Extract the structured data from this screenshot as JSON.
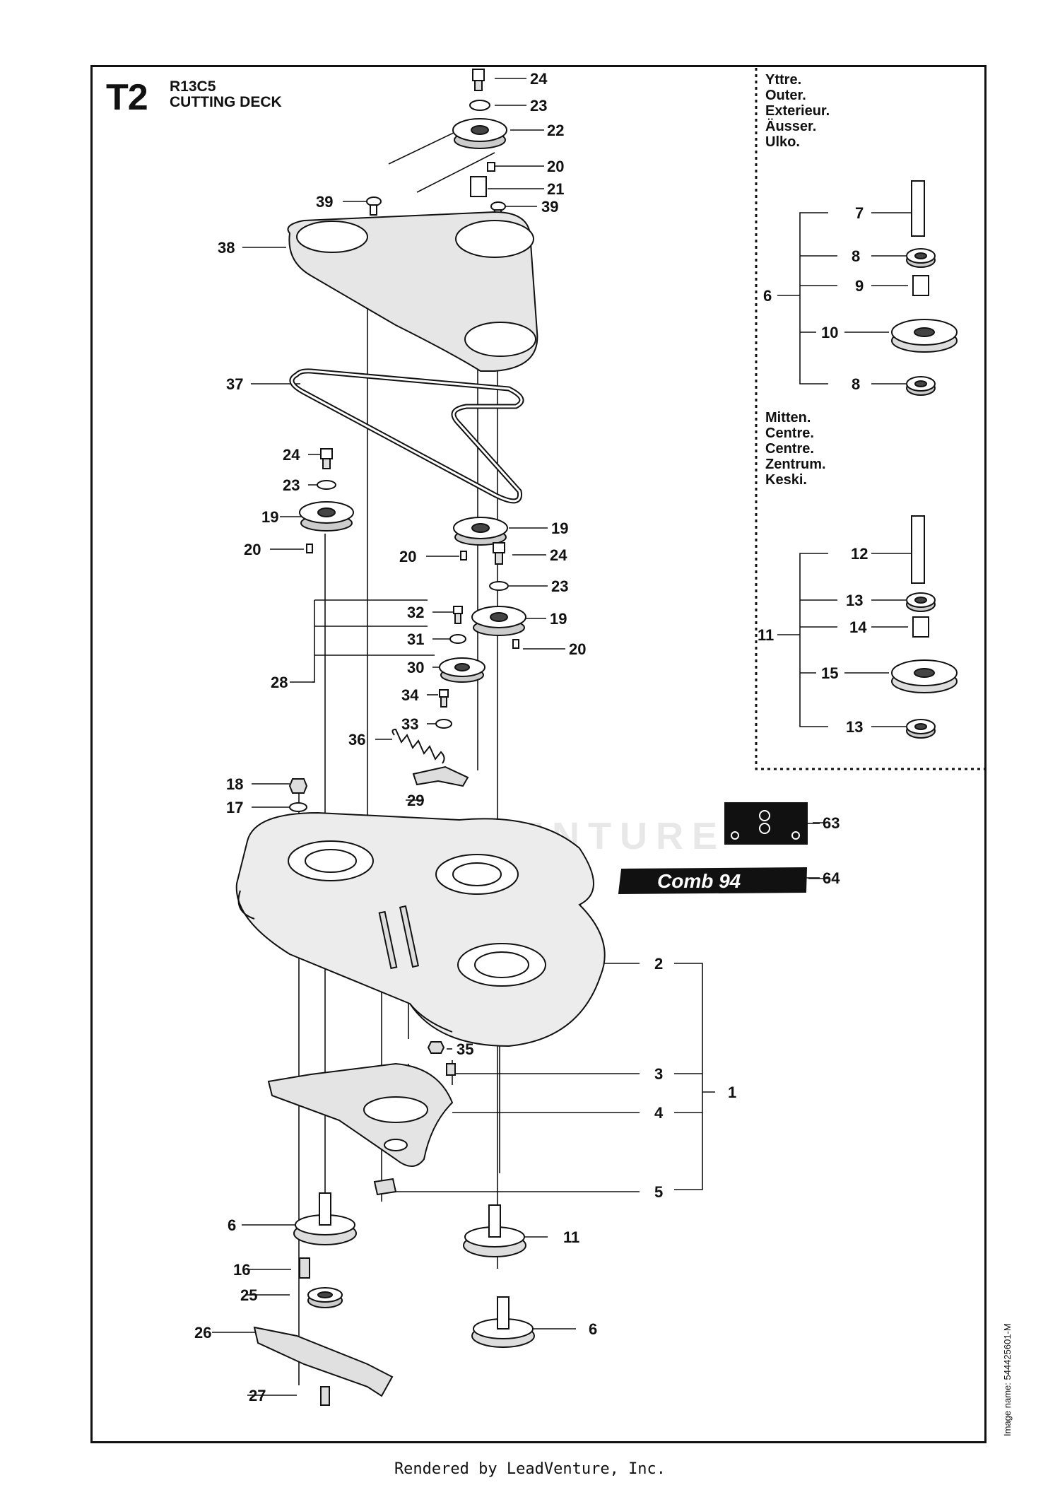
{
  "header": {
    "code": "T2",
    "model": "R13C5",
    "title": "CUTTING DECK"
  },
  "inset_outer": {
    "languages": [
      "Yttre.",
      "Outer.",
      "Exterieur.",
      "Äusser.",
      "Ulko."
    ]
  },
  "inset_centre": {
    "languages": [
      "Mitten.",
      "Centre.",
      "Centre.",
      "Zentrum.",
      "Keski."
    ]
  },
  "decal_64_text": "Comb 94",
  "watermark": "LEADVENTURE",
  "image_name": "Image name: 544425601-M",
  "footer": "Rendered by LeadVenture, Inc.",
  "callouts": {
    "c24a": "24",
    "c23a": "23",
    "c22": "22",
    "c20a": "20",
    "c21": "21",
    "c39a": "39",
    "c39b": "39",
    "c38": "38",
    "c37": "37",
    "c24b": "24",
    "c23b": "23",
    "c19a": "19",
    "c20b": "20",
    "c19b": "19",
    "c20c": "20",
    "c24c": "24",
    "c23c": "23",
    "c19c": "19",
    "c20d": "20",
    "c32": "32",
    "c31": "31",
    "c30": "30",
    "c28": "28",
    "c34": "34",
    "c33": "33",
    "c36": "36",
    "c18": "18",
    "c17": "17",
    "c29": "29",
    "c63": "63",
    "c64": "64",
    "c2": "2",
    "c35": "35",
    "c3": "3",
    "c4": "4",
    "c1": "1",
    "c5": "5",
    "c6a": "6",
    "c11": "11",
    "c16": "16",
    "c25": "25",
    "c6b": "6",
    "c26": "26",
    "c27": "27",
    "i7": "7",
    "i8a": "8",
    "i6": "6",
    "i9": "9",
    "i10": "10",
    "i8b": "8",
    "i12": "12",
    "i13a": "13",
    "i11": "11",
    "i14": "14",
    "i15": "15",
    "i13b": "13"
  }
}
